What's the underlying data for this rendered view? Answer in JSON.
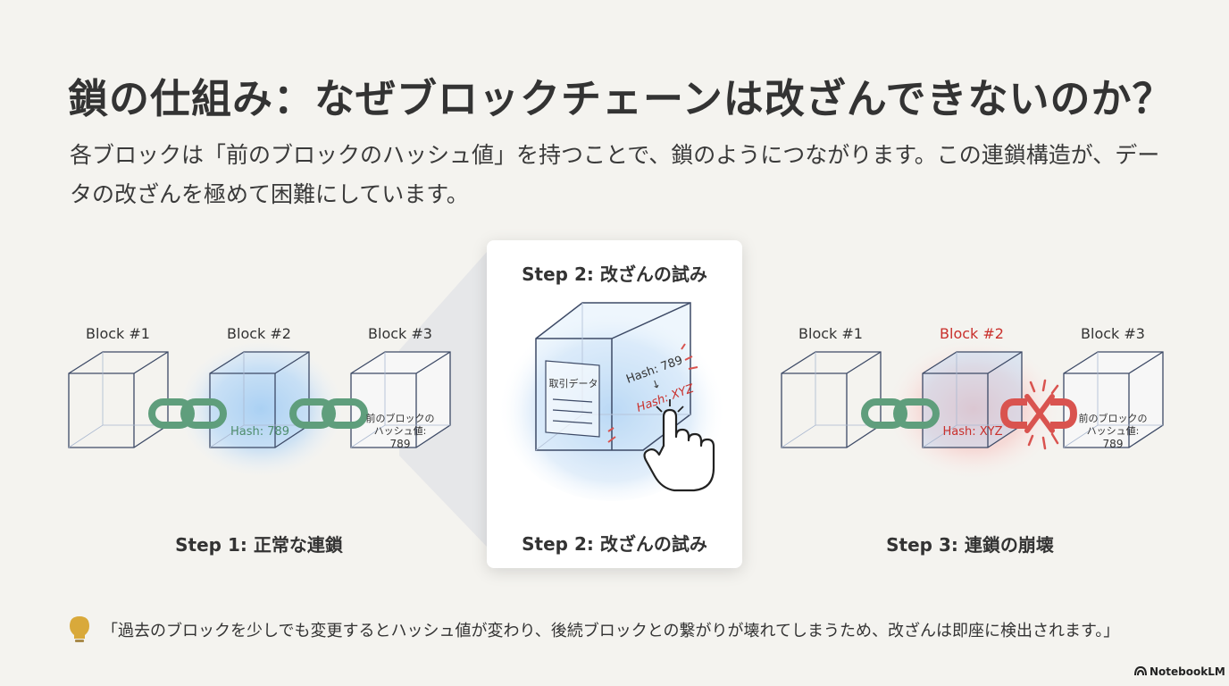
{
  "title": "鎖の仕組み：なぜブロックチェーンは改ざんできないのか？",
  "description": "各ブロックは「前のブロックのハッシュ値」を持つことで、鎖のようにつながります。この連鎖構造が、データの改ざんを極めて困難にしています。",
  "step1": {
    "label": "Step 1: 正常な連鎖",
    "block1": "Block #1",
    "block2": "Block #2",
    "block3": "Block #3",
    "hash": "Hash: 789",
    "prev_line1": "前のブロックの",
    "prev_line2": "ハッシュ値:",
    "prev_value": "789"
  },
  "step2": {
    "top_label": "Step 2: 改ざんの試み",
    "bottom_label": "Step 2: 改ざんの試み",
    "data_label": "取引データ",
    "old_hash": "Hash: 789",
    "arrow": "↓",
    "new_hash": "Hash: XYZ"
  },
  "step3": {
    "label": "Step 3: 連鎖の崩壊",
    "block1": "Block #1",
    "block2": "Block #2",
    "block3": "Block #3",
    "hash": "Hash: XYZ",
    "prev_line1": "前のブロックの",
    "prev_line2": "ハッシュ値:",
    "prev_value": "789"
  },
  "tip": "「過去のブロックを少しでも変更するとハッシュ値が変わり、後続ブロックとの繋がりが壊れてしまうため、改ざんは即座に検出されます。」",
  "brand": "NotebookLM",
  "colors": {
    "background": "#f4f3ef",
    "chain_green": "#5f9e7c",
    "broken_red": "#d9534f",
    "glow_blue": "#8fbde8",
    "block_stroke": "#3d4a66",
    "bulb": "#d9a93a"
  },
  "icons": [
    "chain-link-icon",
    "broken-chain-icon",
    "hand-pointer-icon",
    "lightbulb-icon",
    "notebooklm-logo-icon"
  ]
}
